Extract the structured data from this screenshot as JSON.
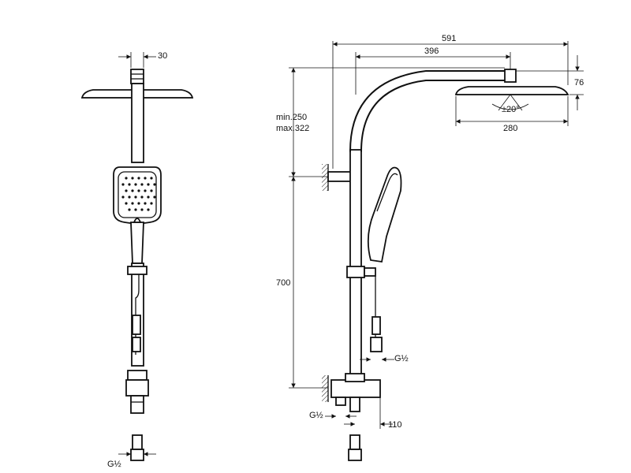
{
  "dimensions": {
    "head_connector": "30",
    "overall_reach": "591",
    "arm_reach": "396",
    "head_height": "76",
    "tilt": "±20°",
    "head_width": "280",
    "adjust_min": "min.250",
    "adjust_max": "max.322",
    "rail_height": "700",
    "hose_thread": "G½",
    "inlet_thread": "G½",
    "outlet_thread": "G½",
    "inlet_offset": "110"
  }
}
